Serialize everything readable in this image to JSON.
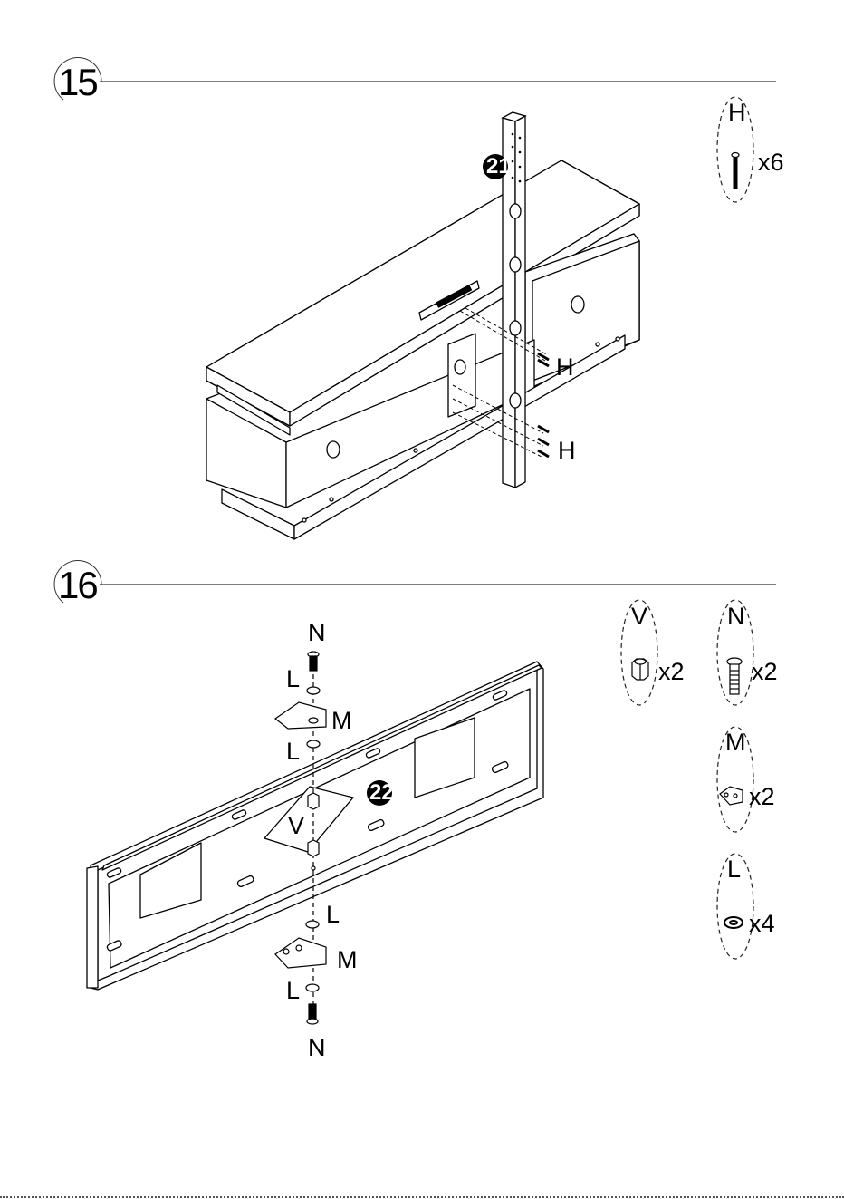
{
  "steps": [
    {
      "number": "15",
      "parts": [
        {
          "label": "H",
          "qty": "x6",
          "icon": "screw-icon"
        }
      ],
      "callouts": {
        "panel_number": "21",
        "screw_label_top": "H",
        "screw_label_bottom": "H"
      }
    },
    {
      "number": "16",
      "parts": [
        {
          "label": "V",
          "qty": "x2",
          "icon": "nut-icon"
        },
        {
          "label": "N",
          "qty": "x2",
          "icon": "bolt-icon"
        },
        {
          "label": "M",
          "qty": "x2",
          "icon": "bracket-icon"
        },
        {
          "label": "L",
          "qty": "x4",
          "icon": "washer-icon"
        }
      ],
      "callouts": {
        "panel_number": "22",
        "stack_top": [
          "N",
          "L",
          "M",
          "L"
        ],
        "stack_mid": "V",
        "stack_bottom": [
          "L",
          "M",
          "L",
          "N"
        ]
      }
    }
  ]
}
